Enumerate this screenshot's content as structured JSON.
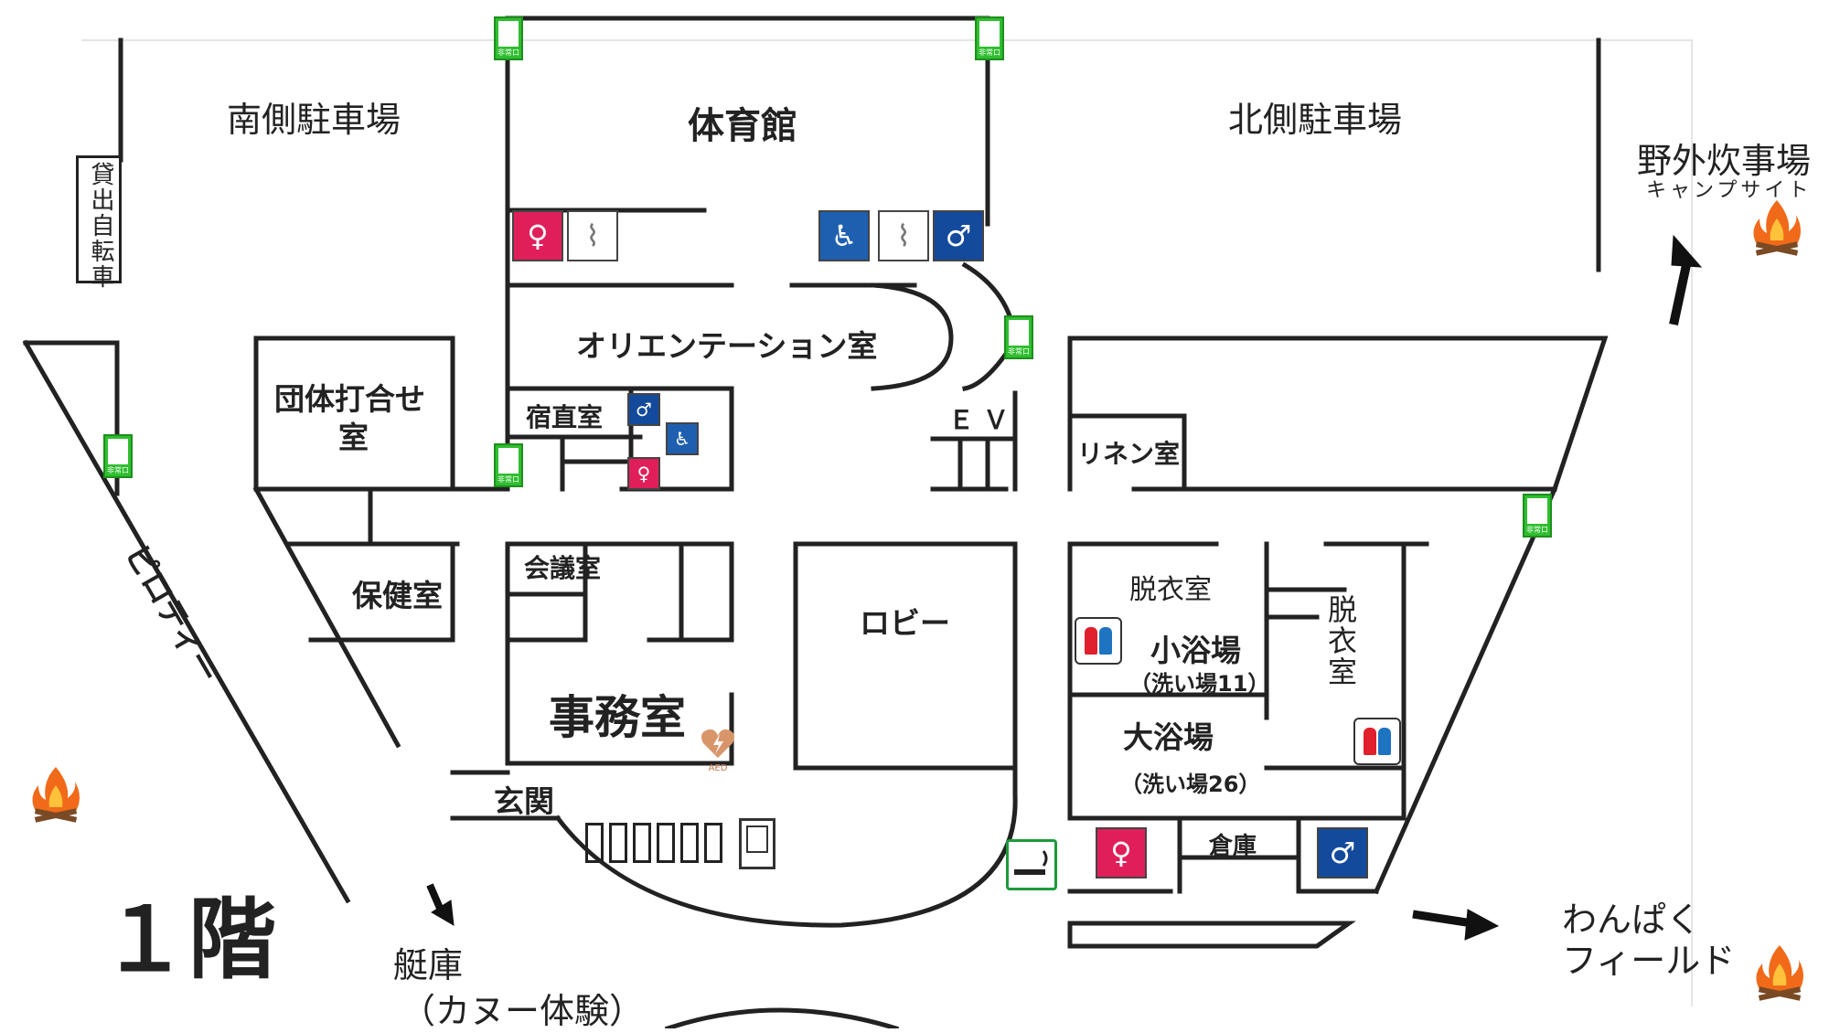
{
  "floor_label": "１階",
  "areas": {
    "south_parking": "南側駐車場",
    "north_parking": "北側駐車場",
    "gym": "体育館",
    "outdoor_cooking": "野外炊事場",
    "camp_site": "キャンプサイト",
    "rental_bike": "貸出自転車",
    "pilotis": "ピロティー",
    "boathouse": "艇庫",
    "canoe": "（カヌー体験）",
    "wanpaku_field_1": "わんぱく",
    "wanpaku_field_2": "フィールド"
  },
  "rooms": {
    "orientation": "オリエンテーション室",
    "group_meeting_1": "団体打合せ",
    "group_meeting_2": "室",
    "night_duty": "宿直室",
    "ev": "ＥＶ",
    "linen": "リネン室",
    "health": "保健室",
    "conference": "会議室",
    "office": "事務室",
    "entrance": "玄関",
    "lobby": "ロビー",
    "dressing_1": "脱衣室",
    "small_bath": "小浴場",
    "small_bath_note": "（洗い場11）",
    "large_bath": "大浴場",
    "large_bath_note": "（洗い場26）",
    "dressing_2": "脱衣室",
    "storage": "倉庫"
  },
  "signs": {
    "emergency_exit": "非常口",
    "aed": "AED"
  },
  "colors": {
    "exit_green": "#2fbe2f",
    "women_red": "#e01f5a",
    "men_blue": "#134a9c",
    "fire_orange": "#f06a1a"
  }
}
